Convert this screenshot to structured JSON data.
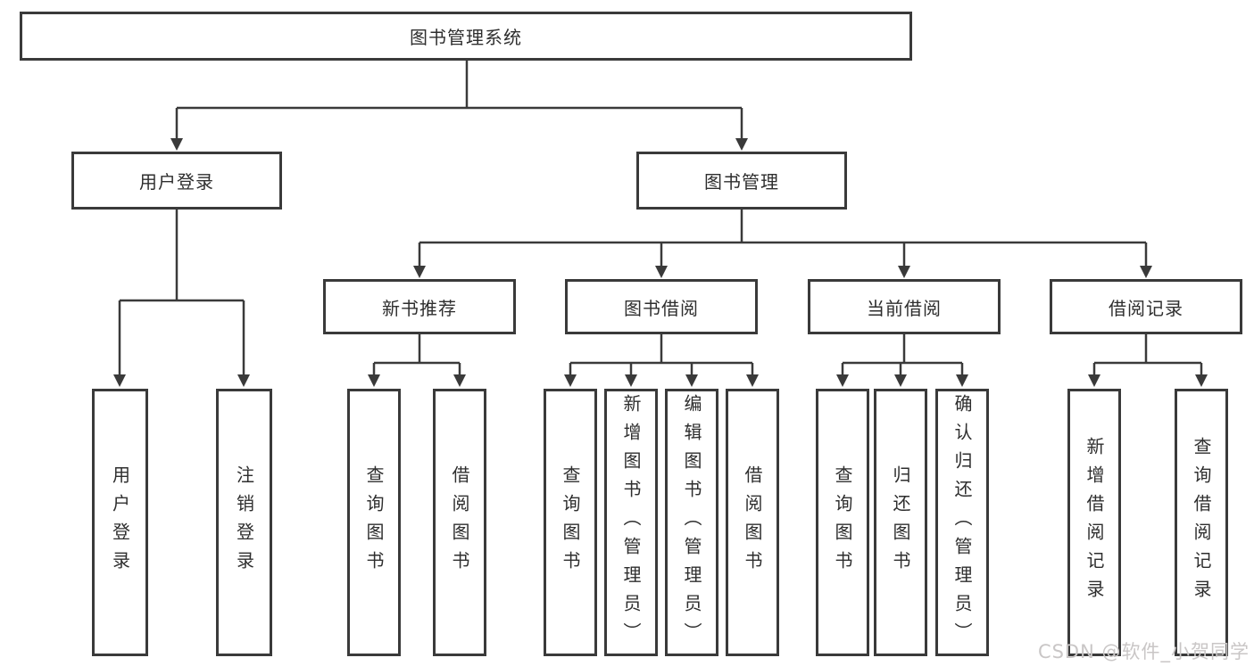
{
  "diagram": {
    "root": "图书管理系统",
    "level2": [
      "用户登录",
      "图书管理"
    ],
    "level3": [
      "新书推荐",
      "图书借阅",
      "当前借阅",
      "借阅记录"
    ],
    "leaves": [
      [
        "用户登录",
        "注销登录"
      ],
      [
        "查询图书",
        "借阅图书"
      ],
      [
        "查询图书",
        "新增图书（管理员）",
        "编辑图书（管理员）",
        "借阅图书"
      ],
      [
        "查询图书",
        "归还图书",
        "确认归还（管理员）"
      ],
      [
        "新增借阅记录",
        "查询借阅记录"
      ]
    ]
  },
  "watermark": "CSDN @软件_小贺同学"
}
